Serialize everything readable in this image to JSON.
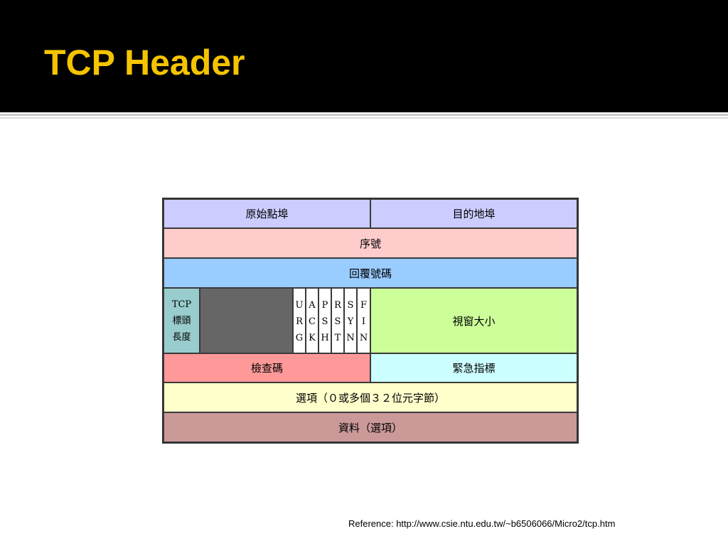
{
  "slide": {
    "title": "TCP Header",
    "reference": "Reference: http://www.csie.ntu.edu.tw/~b6506066/Micro2/tcp.htm"
  },
  "header": {
    "source_port": "原始點埠",
    "dest_port": "目的地埠",
    "sequence_number": "序號",
    "ack_number": "回覆號碼",
    "header_length": [
      "TCP",
      "標頭",
      "長度"
    ],
    "flags": [
      [
        "U",
        "R",
        "G"
      ],
      [
        "A",
        "C",
        "K"
      ],
      [
        "P",
        "S",
        "H"
      ],
      [
        "R",
        "S",
        "T"
      ],
      [
        "S",
        "Y",
        "N"
      ],
      [
        "F",
        "I",
        "N"
      ]
    ],
    "window_size": "視窗大小",
    "checksum": "檢查碼",
    "urgent_pointer": "緊急指標",
    "options": "選項（０或多個３２位元字節）",
    "data": "資料（選項）"
  },
  "colors": {
    "title": "#f5c400",
    "port": "#ccccff",
    "sequence": "#ffcccc",
    "ack": "#99ccff",
    "header_length": "#99cccc",
    "reserved": "#666666",
    "flags": "#ffffff",
    "window": "#ccff99",
    "checksum": "#ff9999",
    "urgent": "#ccffff",
    "options": "#ffffcc",
    "data": "#cc9999"
  }
}
